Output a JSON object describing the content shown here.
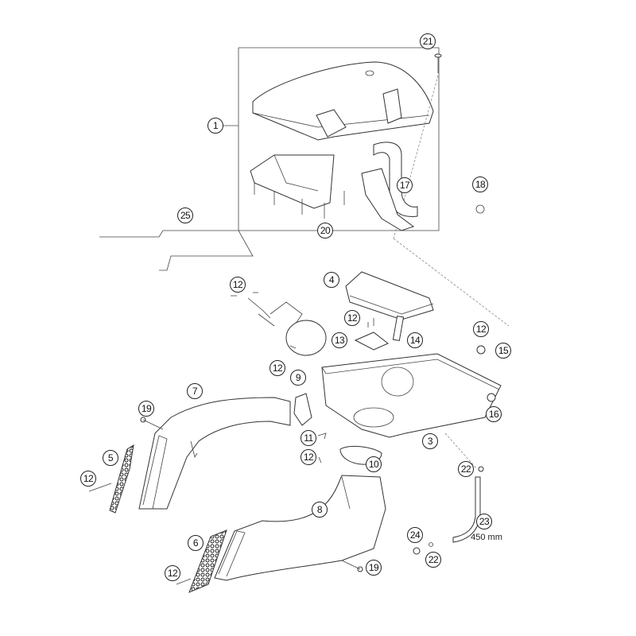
{
  "diagram": {
    "type": "exploded parts diagram - air filter box",
    "callouts": {
      "c1": "1",
      "c21": "21",
      "c17": "17",
      "c18": "18",
      "c20": "20",
      "c25": "25",
      "c4": "4",
      "c12a": "12",
      "c12b": "12",
      "c13": "13",
      "c14": "14",
      "c12c": "12",
      "c15": "15",
      "c12d": "12",
      "c9": "9",
      "c16": "16",
      "c7": "7",
      "c19a": "19",
      "c3": "3",
      "c11": "11",
      "c12e": "12",
      "c10": "10",
      "c5": "5",
      "c12f": "12",
      "c22a": "22",
      "c8": "8",
      "c23": "23",
      "c24": "24",
      "c22b": "22",
      "c6": "6",
      "c12g": "12",
      "c19b": "19"
    },
    "hose_length": "450 mm"
  }
}
